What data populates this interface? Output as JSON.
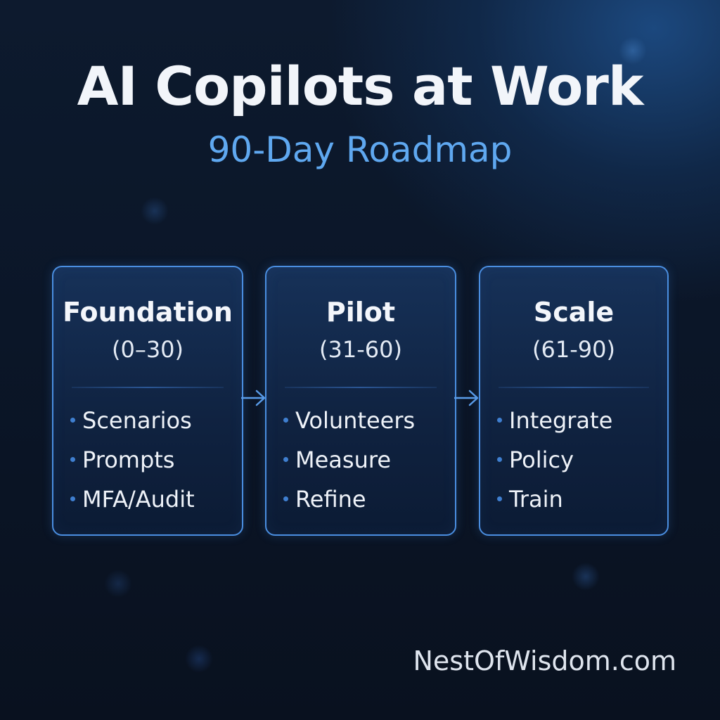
{
  "header": {
    "title": "AI Copilots at Work",
    "subtitle": "90-Day Roadmap"
  },
  "phases": [
    {
      "title": "Foundation",
      "range": "(0–30)",
      "items": [
        "Scenarios",
        "Prompts",
        "MFA/Audit"
      ]
    },
    {
      "title": "Pilot",
      "range": "(31-60)",
      "items": [
        "Volunteers",
        "Measure",
        "Refine"
      ]
    },
    {
      "title": "Scale",
      "range": "(61-90)",
      "items": [
        "Integrate",
        "Policy",
        "Train"
      ]
    }
  ],
  "connectors": [
    "arrow-right-icon",
    "arrow-right-icon"
  ],
  "footer": {
    "brand": "NestOfWisdom.com"
  },
  "colors": {
    "background": "#0b1628",
    "accent": "#5fa8f0",
    "card_border": "#4a8ee0",
    "bullet": "#3f7fd0",
    "title_text": "#f2f5fa"
  }
}
